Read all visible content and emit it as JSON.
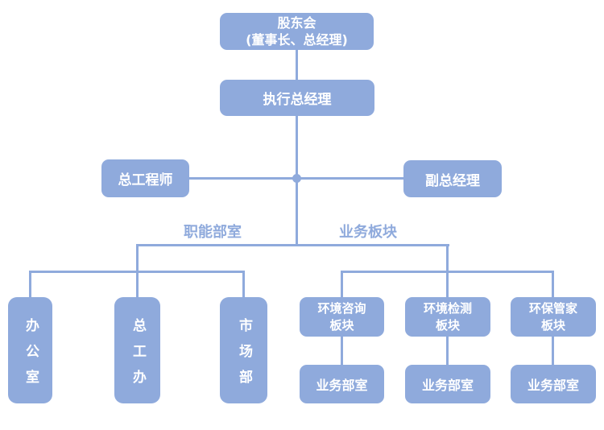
{
  "colors": {
    "box_fill": "#8FAADC",
    "line": "#8FAADC",
    "box_text": "#FFFFFF",
    "label_text": "#8FAADC",
    "background": "#FFFFFF"
  },
  "org_chart": {
    "root": {
      "line1": "股东会",
      "line2": "(董事长、总经理)"
    },
    "executive_gm": "执行总经理",
    "chief_engineer": "总工程师",
    "deputy_gm": "副总经理",
    "branch_labels": {
      "functional": "职能部室",
      "business": "业务板块"
    },
    "functional_depts": [
      "办公室",
      "总工办",
      "市场部"
    ],
    "business_segments": [
      {
        "title_line1": "环境咨询",
        "title_line2": "板块",
        "sub": "业务部室"
      },
      {
        "title_line1": "环境检测",
        "title_line2": "板块",
        "sub": "业务部室"
      },
      {
        "title_line1": "环保管家",
        "title_line2": "板块",
        "sub": "业务部室"
      }
    ]
  }
}
